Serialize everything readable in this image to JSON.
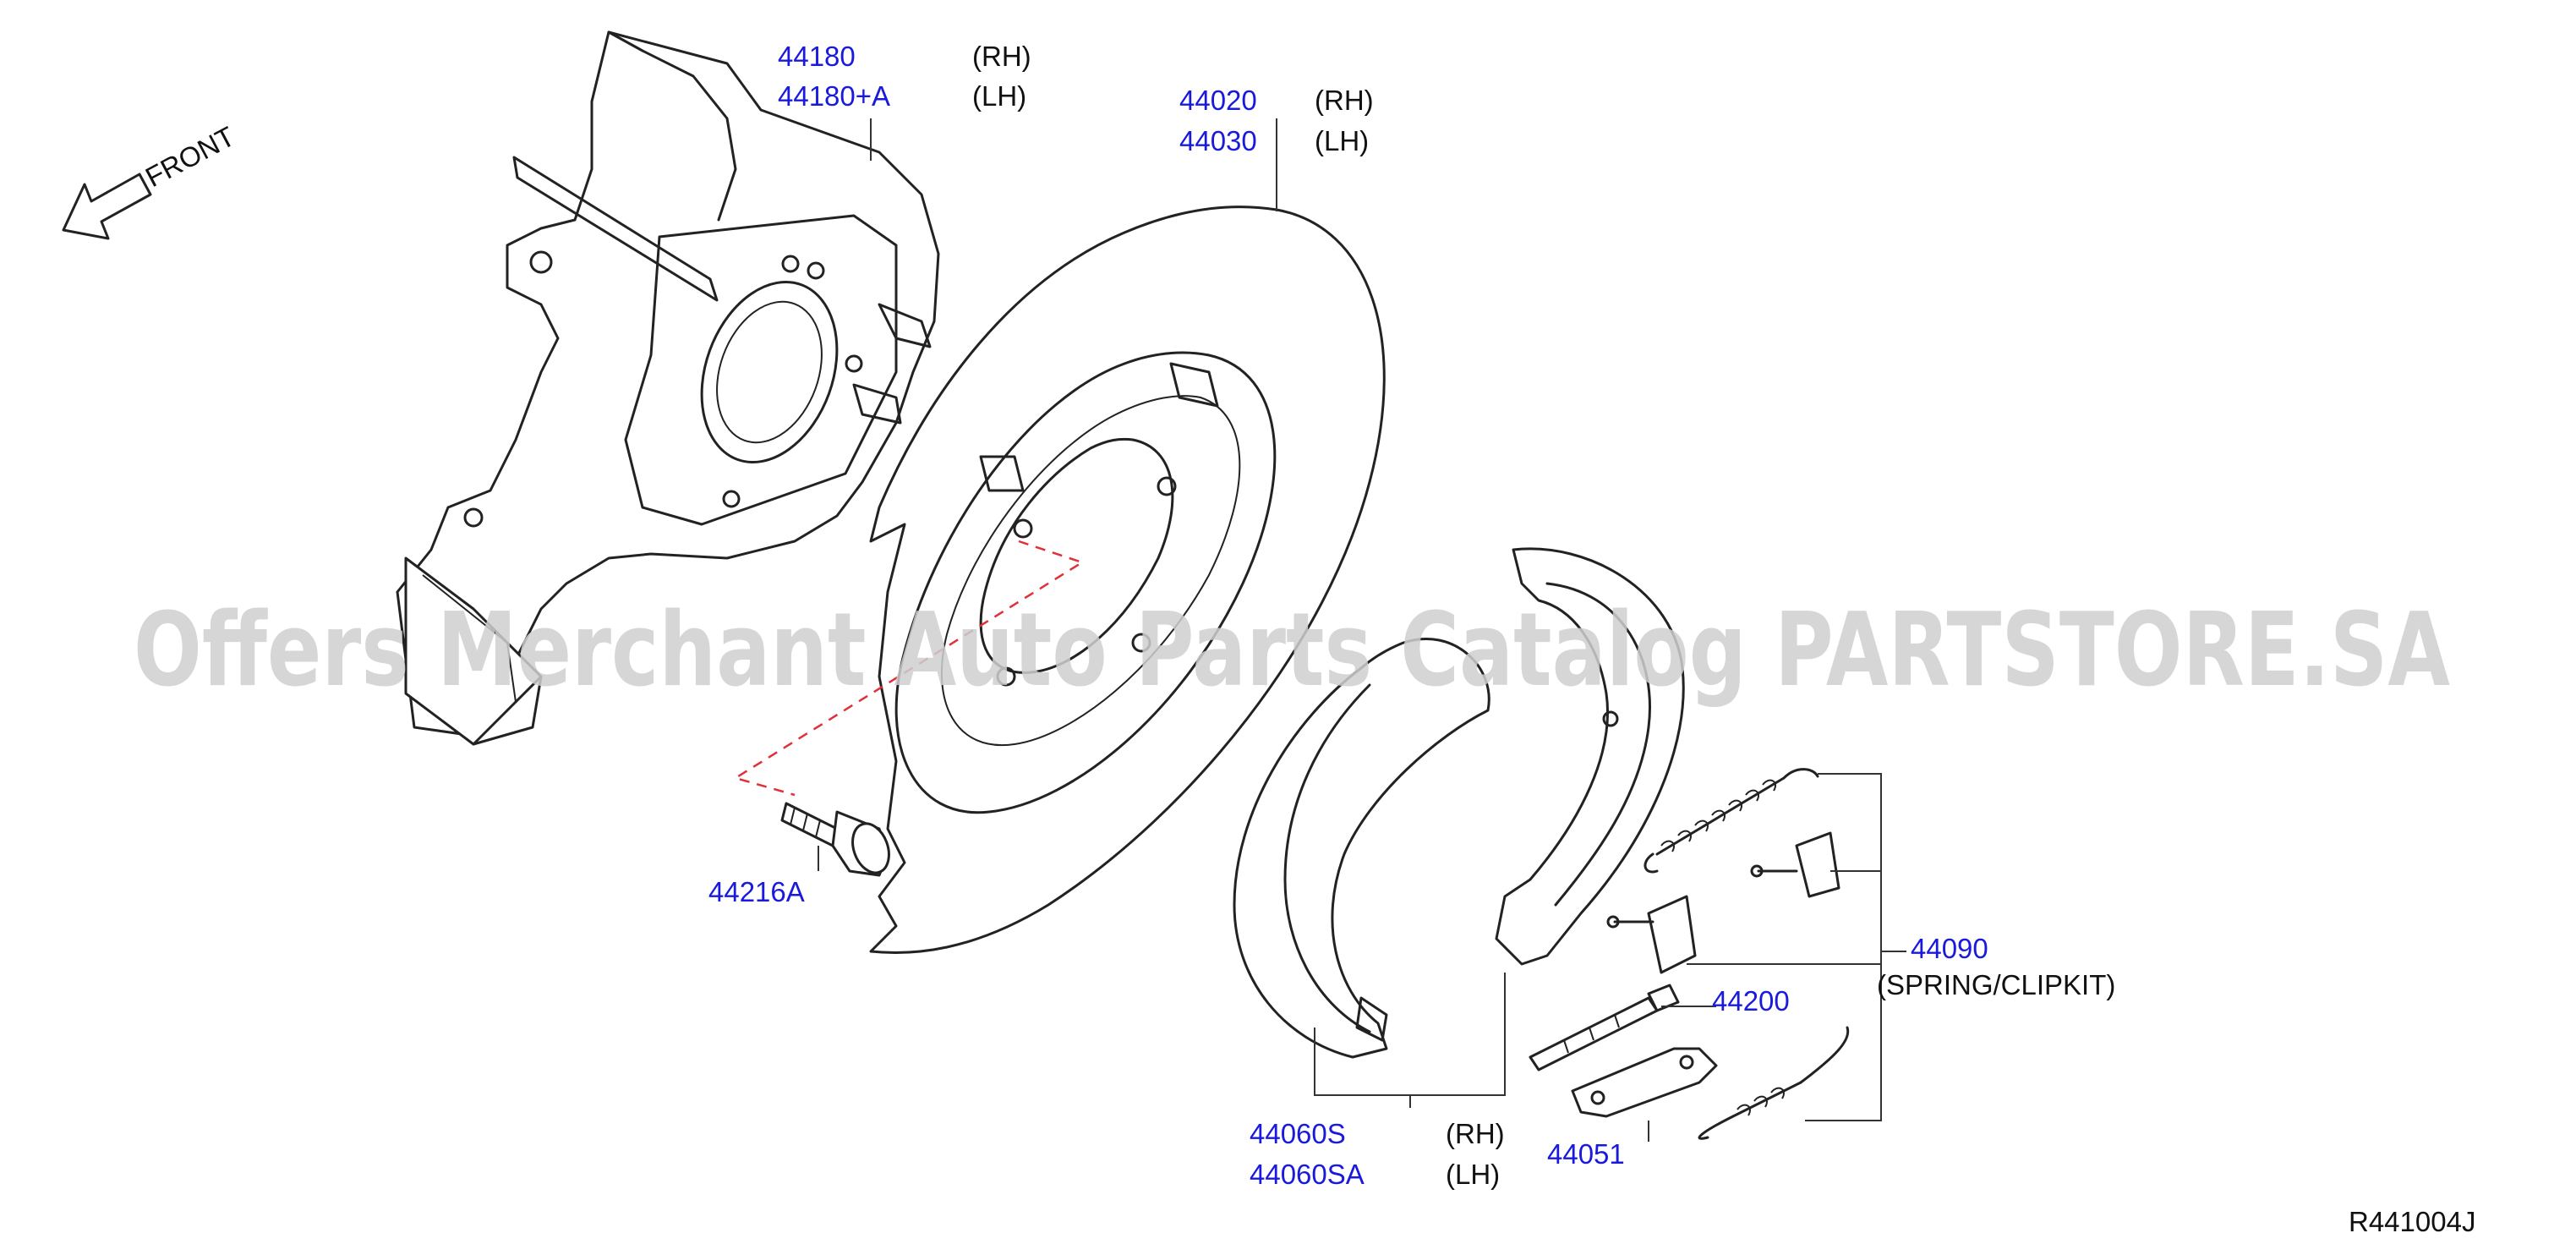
{
  "front_label": "FRONT",
  "watermark": "Offers Merchant Auto Parts Catalog PARTSTORE.SA",
  "diagram_code": "R441004J",
  "colors": {
    "part_number": "#1a1adc",
    "text": "#111111",
    "locator_dash": "#e0303a",
    "watermark": "#cfcfcf"
  },
  "parts": {
    "p44180": {
      "rh": "44180",
      "lh": "44180+A",
      "rh_side": "(RH)",
      "lh_side": "(LH)"
    },
    "p44020": {
      "rh": "44020",
      "lh": "44030",
      "rh_side": "(RH)",
      "lh_side": "(LH)"
    },
    "p44216A": {
      "number": "44216A"
    },
    "p44090": {
      "number": "44090",
      "desc": "(SPRING/CLIPKIT)"
    },
    "p44200": {
      "number": "44200"
    },
    "p44060": {
      "rh": "44060S",
      "lh": "44060SA",
      "rh_side": "(RH)",
      "lh_side": "(LH)"
    },
    "p44051": {
      "number": "44051"
    }
  }
}
